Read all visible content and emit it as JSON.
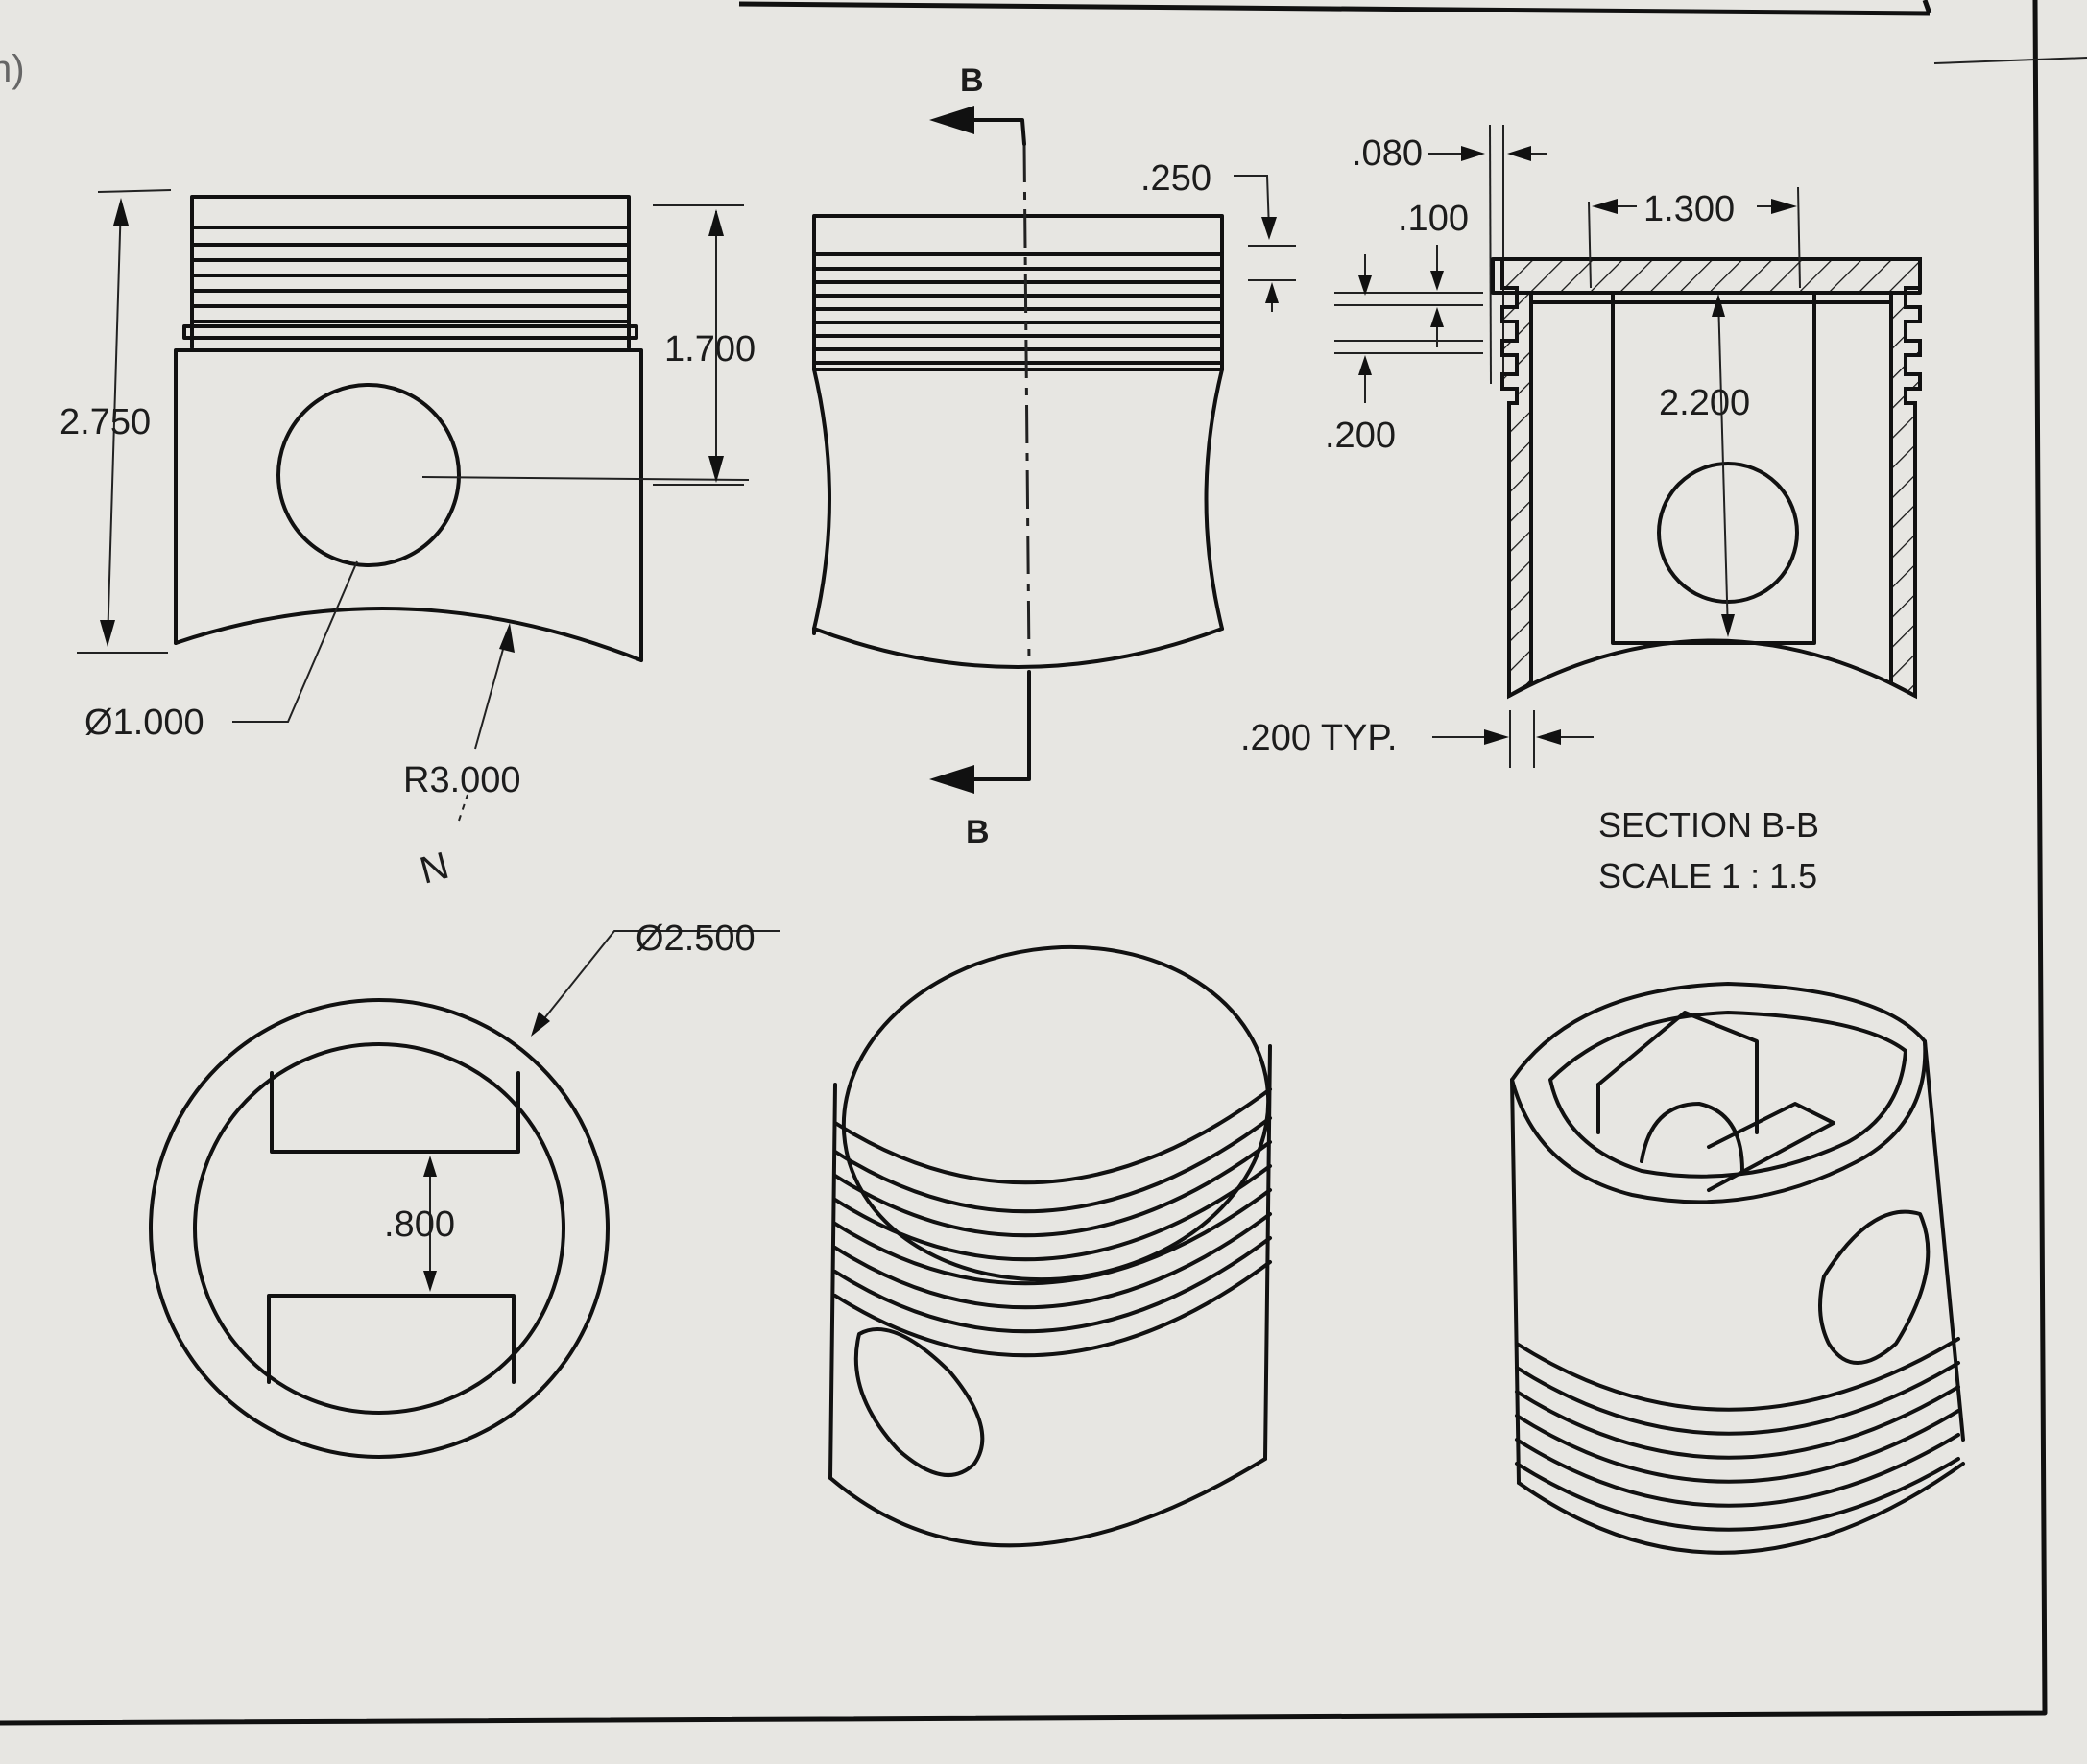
{
  "drawing": {
    "dims": {
      "overall_height": "2.750",
      "pin_height": "1.700",
      "pin_diameter": "Ø1.000",
      "skirt_radius": "R3.000",
      "outer_diameter": "Ø2.500",
      "slot_gap": ".800",
      "top_land": ".250",
      "ring_thickness": ".080",
      "ring_land": ".100",
      "ring_groove": ".200",
      "bore_width": "1.300",
      "bore_depth": "2.200",
      "wall_typ": ".200 TYP."
    },
    "section_marks": {
      "top": "B",
      "bottom": "B"
    },
    "section_title": "SECTION B-B",
    "section_scale": "SCALE 1 : 1.5"
  }
}
